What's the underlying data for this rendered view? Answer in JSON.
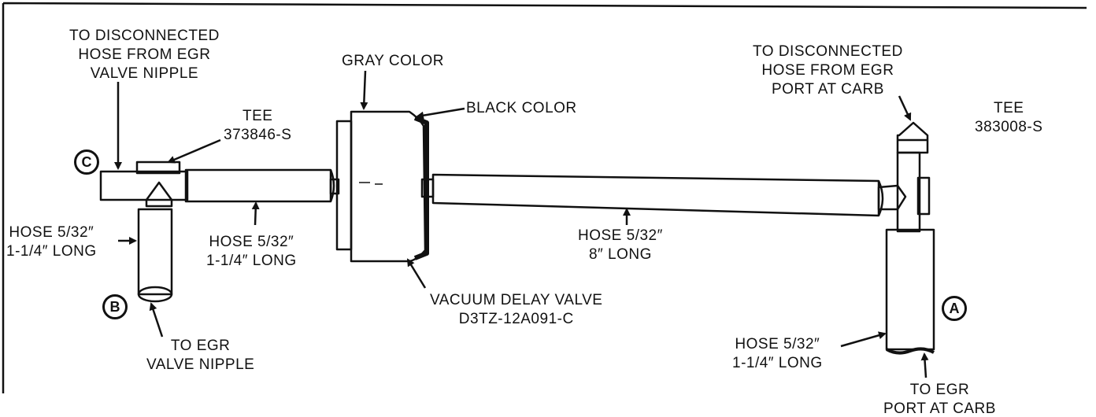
{
  "labels": {
    "left_disconnected": "TO DISCONNECTED\nHOSE FROM EGR\nVALVE NIPPLE",
    "gray_color": "GRAY COLOR",
    "black_color": "BLACK COLOR",
    "tee_left": "TEE\n373846-S",
    "right_disconnected": "TO DISCONNECTED\nHOSE FROM EGR\nPORT AT CARB",
    "tee_right": "TEE\n383008-S",
    "hose_left_vertical": "HOSE 5/32″\n1-1/4″ LONG",
    "hose_left_horizontal": "HOSE 5/32″\n1-1/4″ LONG",
    "hose_middle": "HOSE 5/32″\n8″ LONG",
    "vacuum_delay_valve": "VACUUM DELAY VALVE\nD3TZ-12A091-C",
    "to_egr_valve_nipple": "TO EGR\nVALVE NIPPLE",
    "hose_right": "HOSE 5/32″\n1-1/4″ LONG",
    "to_egr_port_carb": "TO EGR\nPORT AT CARB"
  },
  "markers": {
    "a": "A",
    "b": "B",
    "c": "C"
  }
}
